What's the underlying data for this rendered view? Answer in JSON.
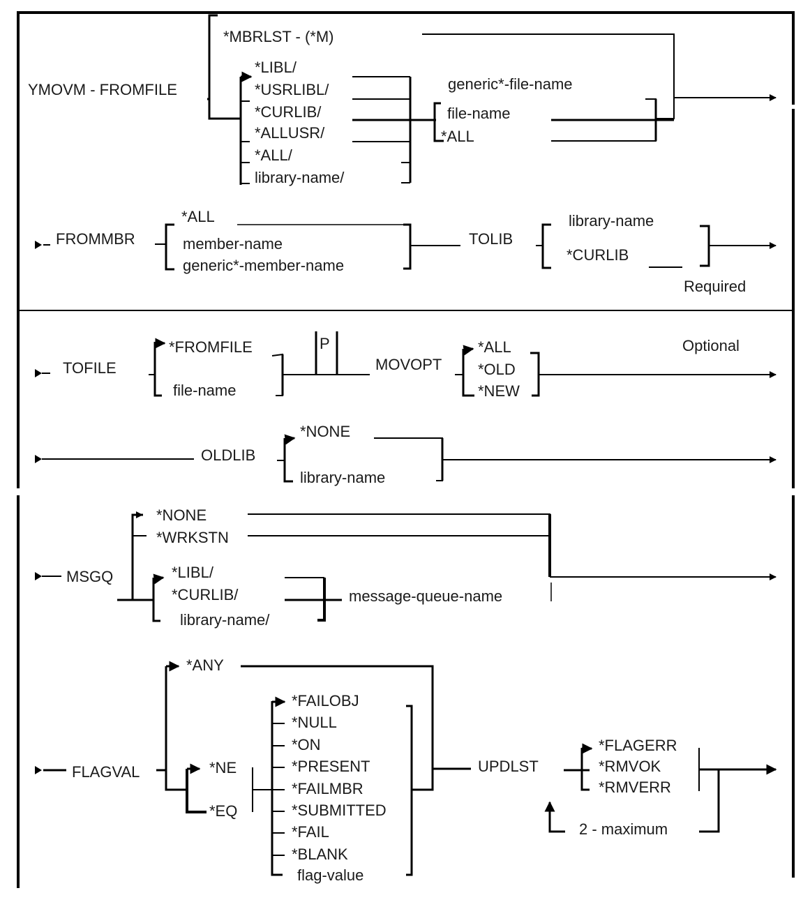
{
  "diagram": {
    "type": "syntax-diagram",
    "command": "YMOVM",
    "sections": {
      "required_label": "Required",
      "optional_label": "Optional"
    },
    "fromfile": {
      "keyword": "YMOVM - FROMFILE",
      "mbrlst": "*MBRLST - (*M)",
      "libraries": [
        "*LIBL/",
        "*USRLIBL/",
        "*CURLIB/",
        "*ALLUSR/",
        "*ALL/",
        "library-name/"
      ],
      "files": [
        "generic*-file-name",
        "file-name",
        "*ALL"
      ]
    },
    "frommbr": {
      "keyword": "FROMMBR",
      "options": [
        "*ALL",
        "member-name",
        "generic*-member-name"
      ]
    },
    "tolib": {
      "keyword": "TOLIB",
      "options": [
        "library-name",
        "*CURLIB"
      ]
    },
    "tofile": {
      "keyword": "TOFILE",
      "options": [
        "*FROMFILE",
        "file-name"
      ],
      "positional_marker": "P"
    },
    "movopt": {
      "keyword": "MOVOPT",
      "options": [
        "*ALL",
        "*OLD",
        "*NEW"
      ]
    },
    "oldlib": {
      "keyword": "OLDLIB",
      "options": [
        "*NONE",
        "library-name"
      ]
    },
    "msgq": {
      "keyword": "MSGQ",
      "options": [
        "*NONE",
        "*WRKSTN"
      ],
      "libraries": [
        "*LIBL/",
        "*CURLIB/",
        "library-name/"
      ],
      "queue": "message-queue-name"
    },
    "flagval": {
      "keyword": "FLAGVAL",
      "any": "*ANY",
      "operators": [
        "*NE",
        "*EQ"
      ],
      "values": [
        "*FAILOBJ",
        "*NULL",
        "*ON",
        "*PRESENT",
        "*FAILMBR",
        "*SUBMITTED",
        "*FAIL",
        "*BLANK",
        "flag-value"
      ]
    },
    "updlst": {
      "keyword": "UPDLST",
      "options": [
        "*FLAGERR",
        "*RMVOK",
        "*RMVERR"
      ],
      "repeat_label": "2 - maximum"
    }
  }
}
